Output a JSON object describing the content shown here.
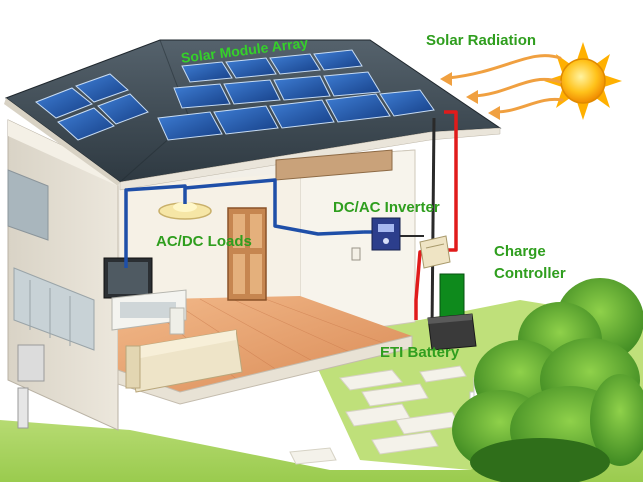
{
  "labels": {
    "solar_array": "Solar Module Array",
    "solar_radiation": "Solar Radiation",
    "inverter": "DC/AC Inverter",
    "loads": "AC/DC Loads",
    "charge_controller_line1": "Charge",
    "charge_controller_line2": "Controller",
    "battery": "ETI Battery"
  },
  "colors": {
    "label_green": "#2f9e1e",
    "label_green_on_roof": "#35d12a",
    "dc_wire": "#e01b1b",
    "ac_wire": "#1f4fa8",
    "sun": "#ffc21a",
    "radiation_arrows": "#f0a040",
    "roof": "#3d4a55",
    "solar_panel": "#1d4fa0",
    "battery_green": "#0e8a1c"
  },
  "icons": [
    "sun-icon",
    "radiation-arrow-icon",
    "lamp-icon",
    "tv-icon",
    "sofa-icon",
    "inverter-icon",
    "charge-controller-icon",
    "battery-icon"
  ]
}
